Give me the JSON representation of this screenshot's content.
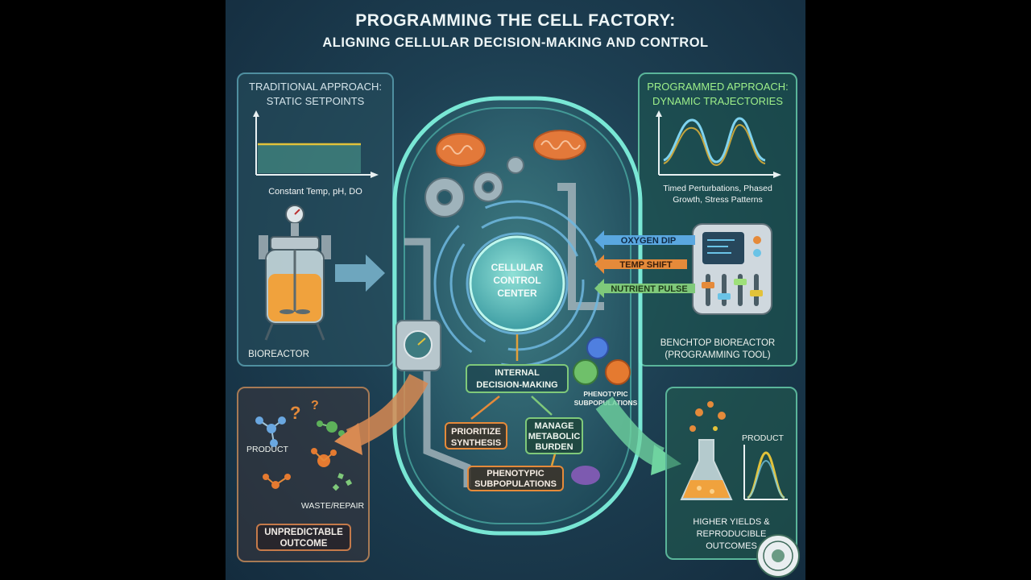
{
  "title": {
    "line1": "PROGRAMMING THE CELL FACTORY:",
    "line2": "ALIGNING CELLULAR DECISION-MAKING AND CONTROL"
  },
  "traditional": {
    "heading1": "TRADITIONAL APPROACH:",
    "heading2": "STATIC SETPOINTS",
    "caption": "Constant Temp, pH, DO",
    "bioreactor_label": "BIOREACTOR"
  },
  "programmed": {
    "heading1": "PROGRAMMED APPROACH:",
    "heading2": "DYNAMIC TRAJECTORIES",
    "caption1": "Timed Perturbations, Phased",
    "caption2": "Growth, Stress Patterns",
    "tool_label1": "BENCHTOP BIOREACTOR",
    "tool_label2": "(PROGRAMMING TOOL)"
  },
  "signals": {
    "oxygen": "OXYGEN DIP",
    "temp": "TEMP SHIFT",
    "nutrient": "NUTRIENT PULSE"
  },
  "cell": {
    "center1": "CELLULAR",
    "center2": "CONTROL",
    "center3": "CENTER",
    "internal1": "INTERNAL",
    "internal2": "DECISION-MAKING",
    "phenotypic_small1": "PHENOTYPIC",
    "phenotypic_small2": "SUBPOPULATIONS",
    "prioritize1": "PRIORITIZE",
    "prioritize2": "SYNTHESIS",
    "manage1": "MANAGE",
    "manage2": "METABOLIC",
    "manage3": "BURDEN",
    "phenotypic1": "PHENOTYPIC",
    "phenotypic2": "SUBPOPULATIONS"
  },
  "outcome_bad": {
    "product": "PRODUCT",
    "waste": "WASTE/REPAIR",
    "label1": "UNPREDICTABLE",
    "label2": "OUTCOME"
  },
  "outcome_good": {
    "product": "PRODUCT",
    "label1": "HIGHER YIELDS &",
    "label2": "REPRODUCIBLE",
    "label3": "OUTCOMES"
  },
  "colors": {
    "cell_border": "#6fe0d0",
    "orange": "#e58a3a",
    "green": "#7fc97a",
    "blue": "#5aa7e0"
  }
}
